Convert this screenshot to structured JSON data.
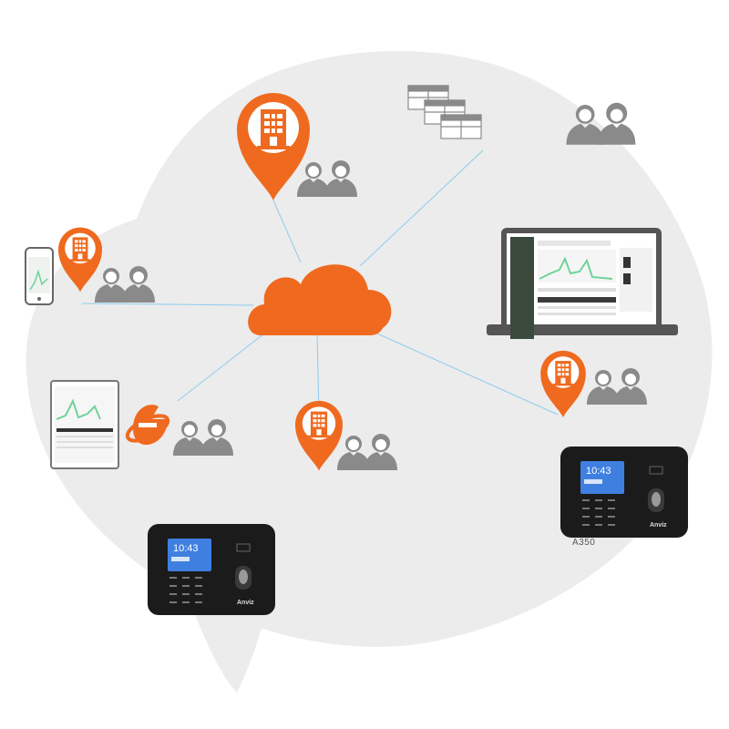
{
  "colors": {
    "accent": "#ef6a1f",
    "people": "#8a8a8a",
    "map": "#ececec",
    "link": "#8ccdee",
    "device_body": "#1b1b1b",
    "screen": "#3f7fe0",
    "laptop_frame": "#555555",
    "software_sidebar": "#3c4a3c",
    "software_chart": "#6ed39a"
  },
  "icons": {
    "location": "map-pin-building-icon",
    "users": "user-pair-icon",
    "cloud": "cloud-icon",
    "browser": "internet-explorer-icon",
    "tables": "data-table-icon",
    "phone": "smartphone-icon",
    "laptop": "laptop-icon",
    "tablet": "tablet-icon",
    "terminal": "time-attendance-terminal-icon"
  },
  "devices": {
    "terminal_right_label": "A350",
    "terminal_brand": "Anviz",
    "terminal_time": "10:43"
  }
}
